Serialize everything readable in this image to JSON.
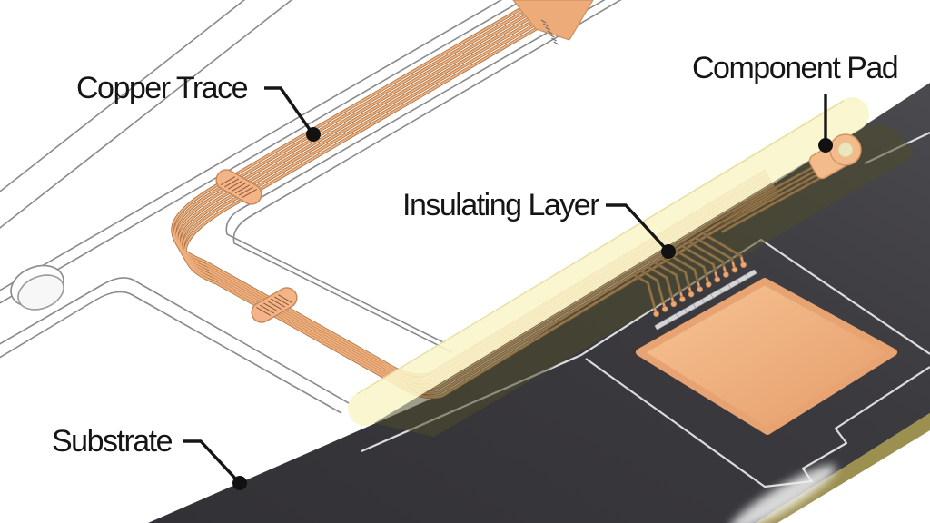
{
  "diagram": {
    "subject": "Flexible printed circuit cutaway illustration",
    "labels": [
      {
        "id": "copper-trace",
        "text": "Copper Trace"
      },
      {
        "id": "component-pad",
        "text": "Component Pad"
      },
      {
        "id": "insulating-layer",
        "text": "Insulating Layer"
      },
      {
        "id": "substrate",
        "text": "Substrate"
      }
    ],
    "colors": {
      "background": "#ffffff",
      "copper": "#e9a873",
      "copper_shadow": "#a9713f",
      "stiffener": "#f4b488",
      "component_pad": "#f3ba8c",
      "insulating_layer": "#f8f4c8",
      "insulating_tint_over_substrate": "#6f6d55",
      "substrate": "#3b3a3e",
      "substrate_edge": "#9c9050",
      "silver_pad": "#d5d6d8",
      "flex_outline": "#8a8a8a",
      "silkscreen": "#ededee",
      "leader": "#161616"
    }
  }
}
